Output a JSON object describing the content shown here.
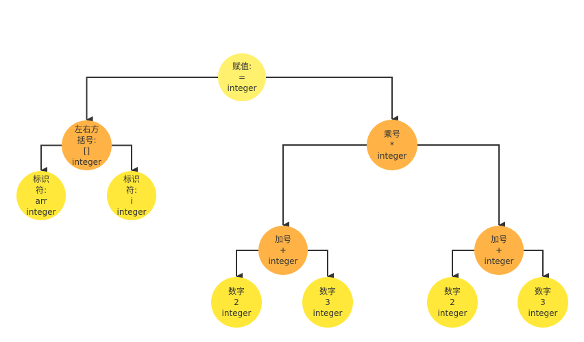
{
  "colors": {
    "root_fill": "#FFF06E",
    "operator_fill": "#FFB347",
    "leaf_fill": "#FFE83A",
    "edge": "#333333",
    "text": "#333333"
  },
  "nodes": {
    "assign": {
      "lines": [
        "赋值:",
        "=",
        "integer"
      ]
    },
    "bracket": {
      "lines": [
        "左右方",
        "括号:",
        "[]",
        "integer"
      ]
    },
    "ident_arr": {
      "lines": [
        "标识",
        "符:",
        "arr",
        "integer"
      ]
    },
    "ident_i": {
      "lines": [
        "标识",
        "符:",
        "i",
        "integer"
      ]
    },
    "mul": {
      "lines": [
        "乘号",
        "*",
        "integer"
      ]
    },
    "add_left": {
      "lines": [
        "加号",
        "+",
        "integer"
      ]
    },
    "add_right": {
      "lines": [
        "加号",
        "+",
        "integer"
      ]
    },
    "num_2_a": {
      "lines": [
        "数字",
        "2",
        "integer"
      ]
    },
    "num_3_a": {
      "lines": [
        "数字",
        "3",
        "integer"
      ]
    },
    "num_2_b": {
      "lines": [
        "数字",
        "2",
        "integer"
      ]
    },
    "num_3_b": {
      "lines": [
        "数字",
        "3",
        "integer"
      ]
    }
  },
  "edges": [
    [
      "assign",
      "bracket"
    ],
    [
      "assign",
      "mul"
    ],
    [
      "bracket",
      "ident_arr"
    ],
    [
      "bracket",
      "ident_i"
    ],
    [
      "mul",
      "add_left"
    ],
    [
      "mul",
      "add_right"
    ],
    [
      "add_left",
      "num_2_a"
    ],
    [
      "add_left",
      "num_3_a"
    ],
    [
      "add_right",
      "num_2_b"
    ],
    [
      "add_right",
      "num_3_b"
    ]
  ]
}
